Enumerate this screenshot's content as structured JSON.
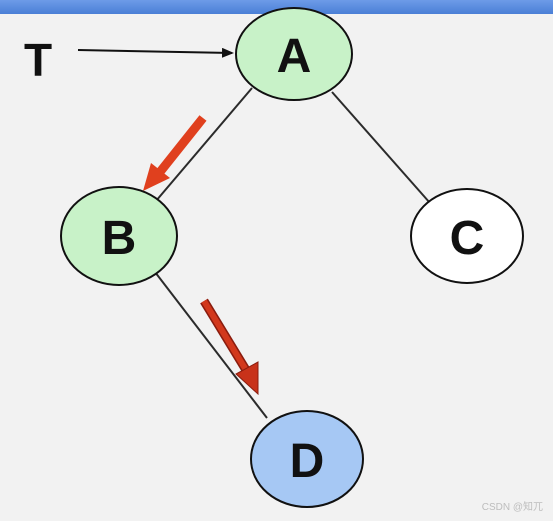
{
  "pointer": {
    "label": "T"
  },
  "nodes": {
    "a": {
      "label": "A",
      "fill": "#c8f2c8"
    },
    "b": {
      "label": "B",
      "fill": "#c8f2c8"
    },
    "c": {
      "label": "C",
      "fill": "#ffffff"
    },
    "d": {
      "label": "D",
      "fill": "#a6c8f4"
    }
  },
  "colors": {
    "edge": "#2b2b2b",
    "arrow_red": "#e0401e",
    "arrow_dark_red": "#c8321a",
    "header_bar": "#5b8ee0"
  },
  "watermark": "CSDN @知兀"
}
